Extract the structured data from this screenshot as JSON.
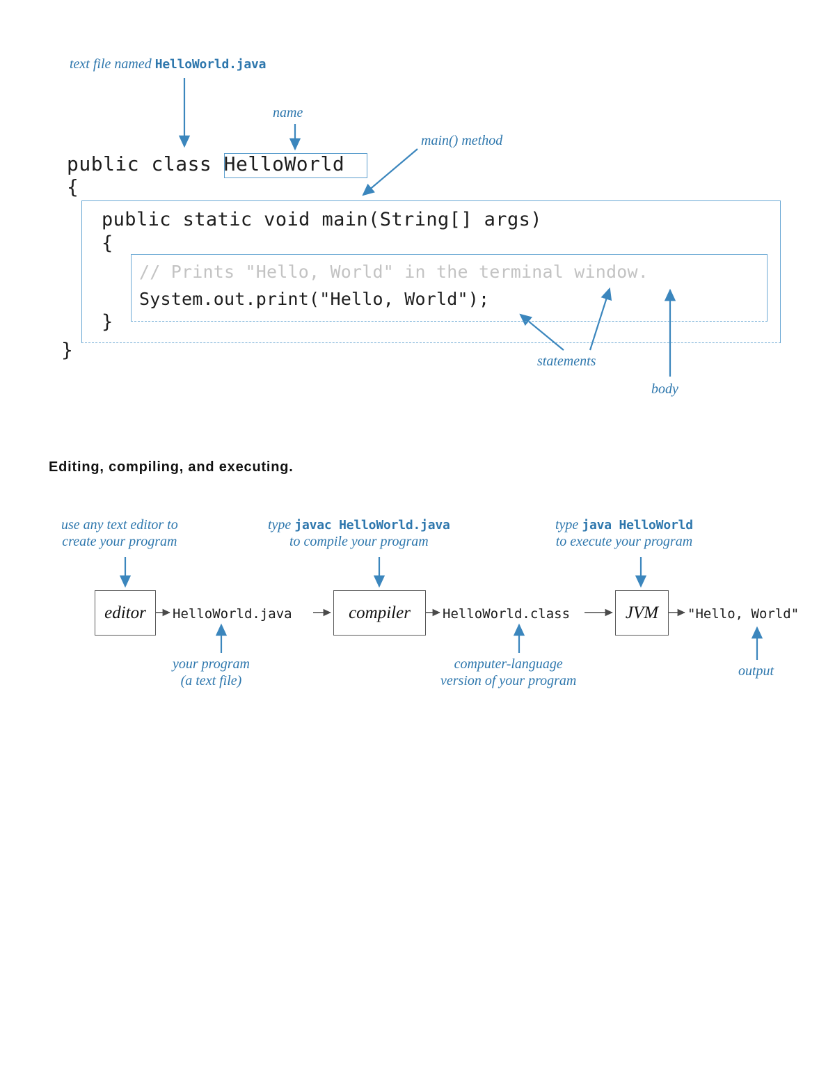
{
  "figure_program": {
    "annotations": {
      "text_file_named_prefix": "text file named ",
      "text_file_named_code": "HelloWorld.java",
      "name": "name",
      "main_method": "main() method",
      "statements": "statements",
      "body": "body"
    },
    "code": {
      "class_declaration": "public class HelloWorld",
      "class_declaration_prefix": "public class ",
      "class_name": "HelloWorld",
      "open_brace_outer": "{",
      "close_brace_outer": "}",
      "main_signature": "public static void main(String[] args)",
      "open_brace_inner": "{",
      "close_brace_inner": "}",
      "comment": "// Prints \"Hello, World\" in the terminal window.",
      "print_statement": "System.out.print(\"Hello, World\");"
    }
  },
  "caption": "Editing, compiling, and executing.",
  "figure_pipeline": {
    "boxes": {
      "editor": "editor",
      "compiler": "compiler",
      "jvm": "JVM"
    },
    "artifacts": {
      "source_file": "HelloWorld.java",
      "class_file": "HelloWorld.class",
      "console_output": "\"Hello, World\""
    },
    "annotations": {
      "editor_top_line1": "use any text editor to",
      "editor_top_line2": "create your program",
      "javac_top_line1_prefix": "type ",
      "javac_top_line1_code": "javac HelloWorld.java",
      "javac_top_line2": "to compile your program",
      "java_top_line1_prefix": "type ",
      "java_top_line1_code": "java HelloWorld",
      "java_top_line2": "to execute your program",
      "source_bottom_line1": "your program",
      "source_bottom_line2": "(a text file)",
      "class_bottom_line1": "computer-language",
      "class_bottom_line2": "version of your program",
      "output_bottom": "output"
    }
  },
  "colors": {
    "annotation_blue": "#2e77ad",
    "box_blue": "#6aa8d4",
    "code_black": "#1d1d1d",
    "comment_gray": "#c3c3c3",
    "pipe_box_border": "#585858"
  }
}
